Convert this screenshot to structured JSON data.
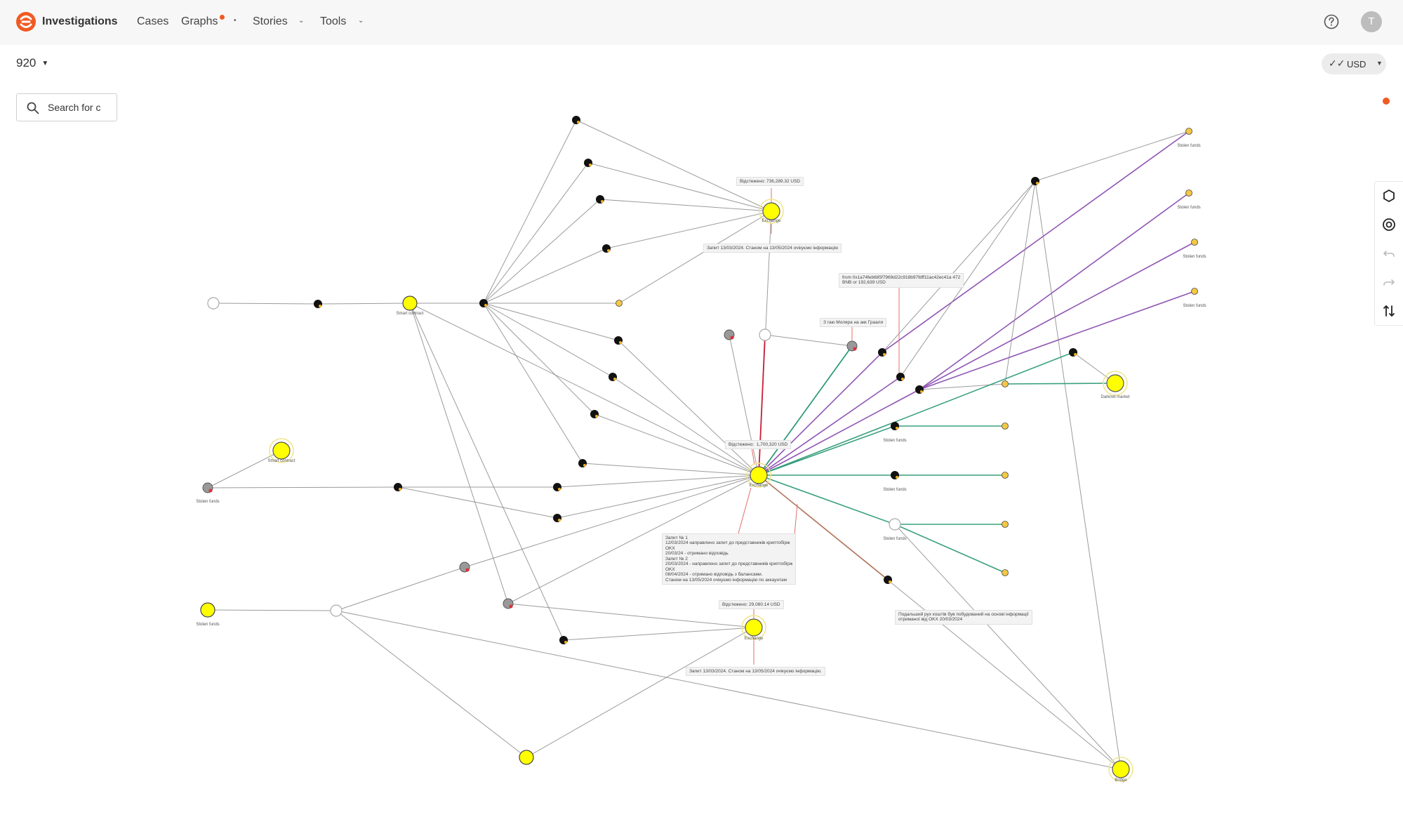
{
  "app": {
    "brand": "Investigations",
    "avatar_initial": "T"
  },
  "nav": {
    "cases": "Cases",
    "graphs": "Graphs",
    "stories": "Stories",
    "tools": "Tools"
  },
  "graph_selector": {
    "value": "920"
  },
  "currency": {
    "value": "USD"
  },
  "search": {
    "placeholder": "Search for c"
  },
  "colors": {
    "accent": "#f05a22",
    "node_yellow": "#ffff00",
    "edge_gray": "#8a8a8a",
    "edge_purple": "#8a4cb0",
    "edge_green": "#2e9a78",
    "edge_red": "#c8203a",
    "edge_orange": "#d9531e"
  },
  "toolbar": {
    "icons": [
      "hexagon-icon",
      "target-icon",
      "undo-icon",
      "redo-icon",
      "sort-icon"
    ]
  },
  "notes": [
    "Відстежено: 736,289.32 USD",
    "Запит 13/03/2024. Станом на 13/05/2024 очікуємо інформацію",
    "from 0x1a74feb685f7969d22c918b97fdff11ac42ec41a 472\nBNB or 192,639 USD",
    "З гаю Моляра на акк Грааля",
    "Відстежено:  1,700,320 USD",
    "Запит № 1\n12/03/2024 направлено запит до представників криптобірж\nOKX\n20/03/24 - отримано відповідь\nЗапит № 2\n20/03/2024 - направлено запит до представників криптобірж\nOKX\n08/04/2024 - отримано відповідь з балансами.\nСтаном на 13/05/2024 очікуємо інформацію по аккаунтам",
    "Подальший рух коштів був побудований на основі інформації\nотриманої від OKX 20/03/2024",
    "Відстежено: 29,080.14 USD",
    "Запит 13/03/2024. Станом на 13/05/2024 очікуємо інформацію."
  ],
  "node_labels": [
    "Exchange",
    "Smart contract",
    "Smart contract",
    "Stolen funds",
    "Stolen funds",
    "Exchange",
    "Exchange",
    "Bridge",
    "Darknet market",
    "Stolen funds",
    "Stolen funds",
    "Stolen funds",
    "Stolen funds",
    "Stolen funds",
    "Stolen funds",
    "Stolen funds"
  ]
}
